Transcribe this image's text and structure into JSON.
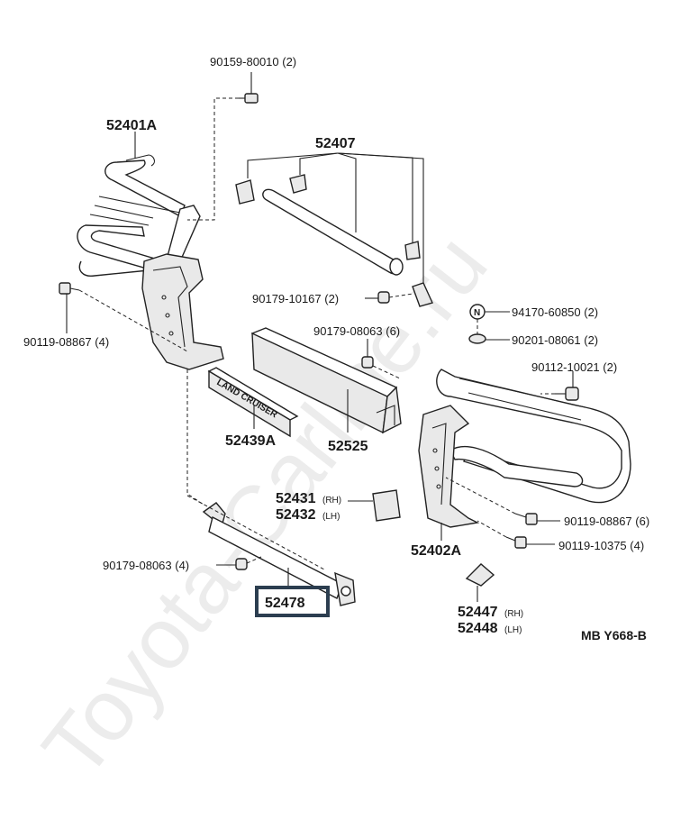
{
  "labels": {
    "p52401A": "52401A",
    "p52407": "52407",
    "p52439A": "52439A",
    "p52525": "52525",
    "p52402A": "52402A",
    "p52431": "52431",
    "p52431_side": "(RH)",
    "p52432": "52432",
    "p52432_side": "(LH)",
    "p52447": "52447",
    "p52447_side": "(RH)",
    "p52448": "52448",
    "p52448_side": "(LH)",
    "p52478": "52478",
    "b90159": "90159-80010 (2)",
    "b90179_10167": "90179-10167 (2)",
    "b90179_08063_6": "90179-08063 (6)",
    "b90119_08867_4": "90119-08867 (4)",
    "b94170": "94170-60850 (2)",
    "b90201": "90201-08061 (2)",
    "b90112": "90112-10021 (2)",
    "b90119_08867_6": "90119-08867 (6)",
    "b90119_10375": "90119-10375 (4)",
    "b90179_08063_4": "90179-08063 (4)",
    "emblem_text": "LAND CRUISER",
    "diagram_code": "MB  Y668-B",
    "watermark": "Toyota-Carline.ru"
  }
}
